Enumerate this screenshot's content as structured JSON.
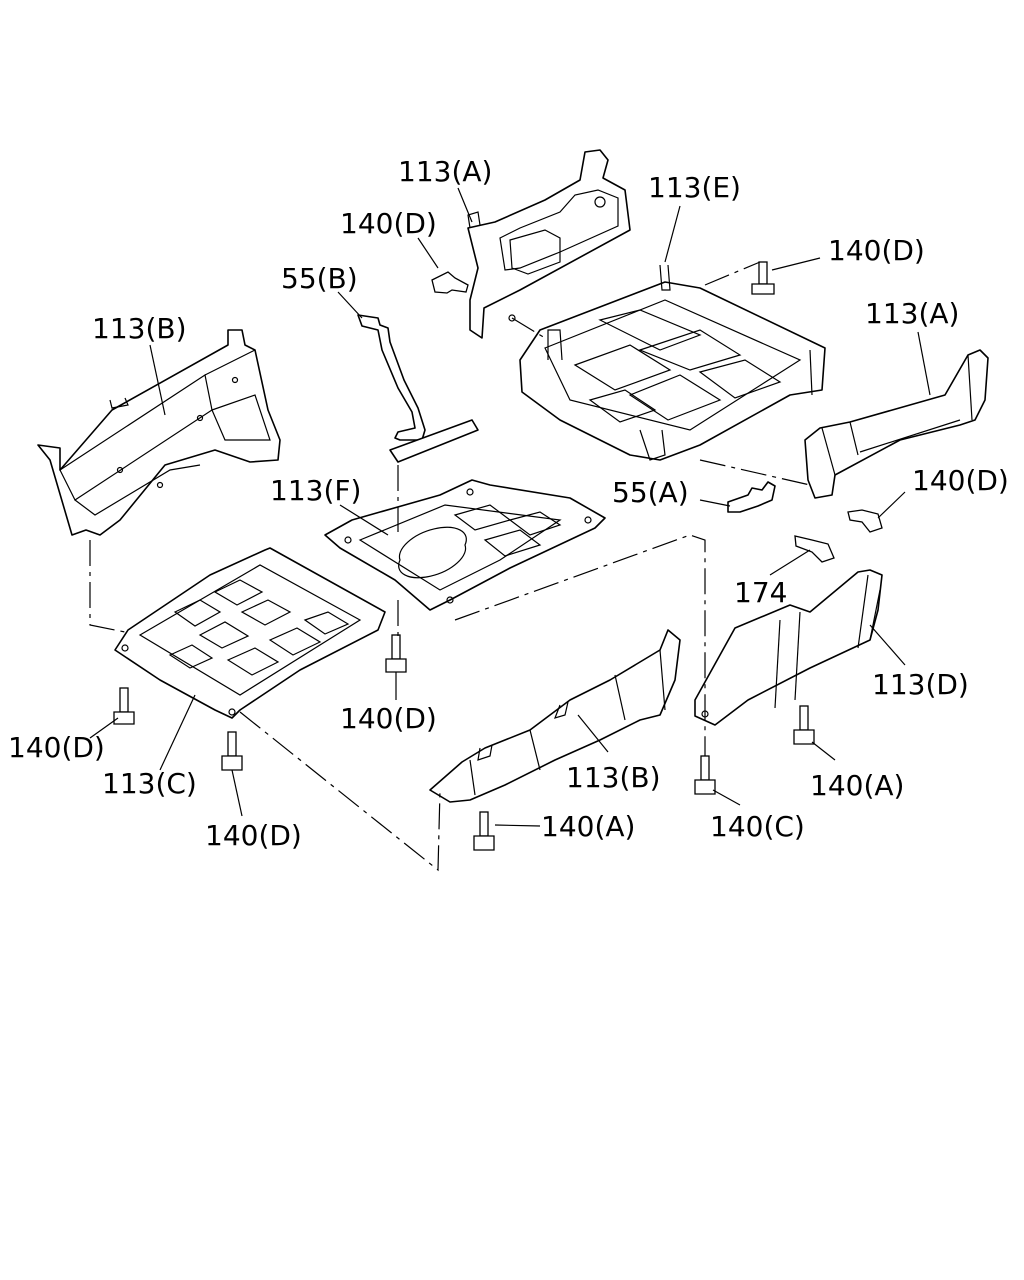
{
  "labels": {
    "l01": "113(A)",
    "l02": "140(D)",
    "l03": "113(E)",
    "l04": "140(D)",
    "l05": "55(B)",
    "l06": "113(B)",
    "l07": "113(A)",
    "l08": "113(F)",
    "l09": "55(A)",
    "l10": "140(D)",
    "l11": "174",
    "l12": "113(D)",
    "l13": "140(D)",
    "l14": "140(D)",
    "l15": "113(C)",
    "l16": "140(D)",
    "l17": "113(B)",
    "l18": "140(A)",
    "l19": "140(A)",
    "l20": "140(C)"
  }
}
